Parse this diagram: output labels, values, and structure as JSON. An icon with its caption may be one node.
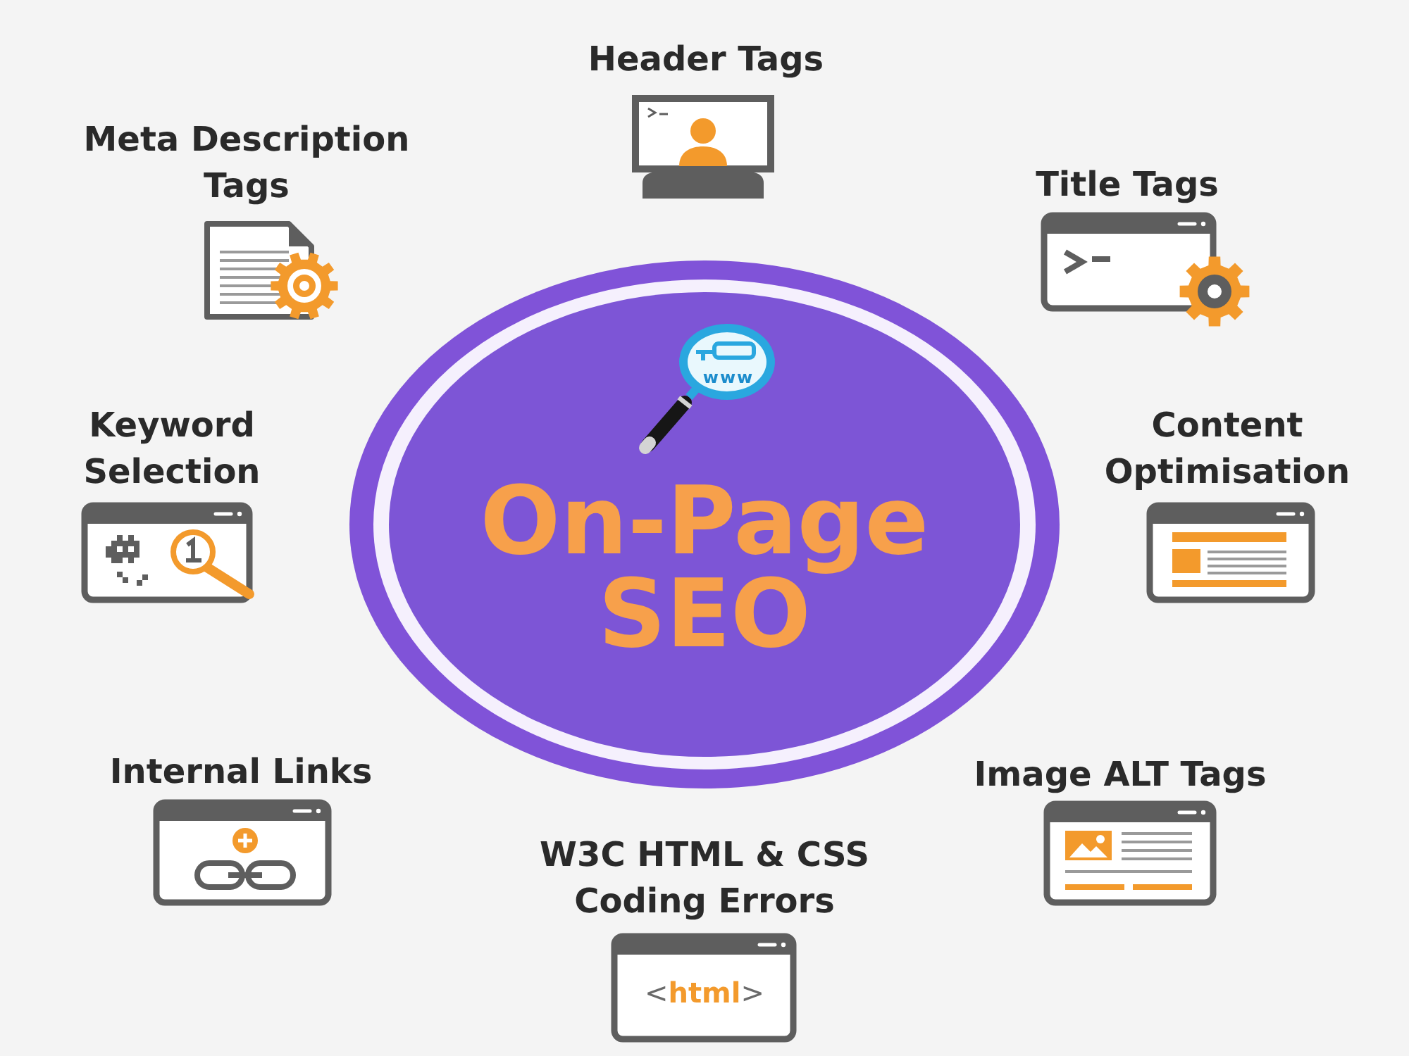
{
  "diagram": {
    "nodes": [
      {
        "text": [
          "Header Tags"
        ]
      },
      {
        "text": [
          "Meta Description Tags"
        ]
      },
      {
        "text": [
          "Title Tags"
        ]
      },
      {
        "text": [
          "www",
          "On-Page SEO"
        ]
      },
      {
        "text": [
          "Keyword Selection"
        ]
      },
      {
        "text": [
          "Content Optimisation"
        ]
      },
      {
        "text": [
          "Internal Links"
        ]
      },
      {
        "text": [
          "Image ALT Tags"
        ]
      },
      {
        "text": [
          "W3C HTML & CSS Coding Errors",
          "<html>"
        ]
      }
    ]
  }
}
